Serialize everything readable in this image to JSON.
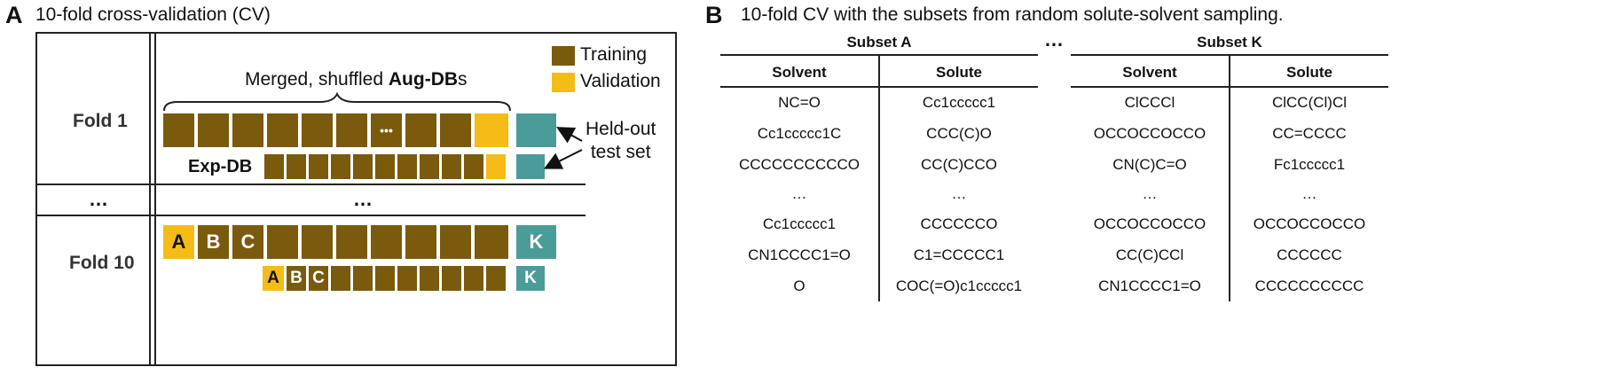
{
  "panel_a": {
    "letter": "A",
    "title": "10-fold cross-validation (CV)",
    "legend": {
      "training": "Training",
      "validation": "Validation",
      "training_color": "#7a5a0c",
      "validation_color": "#f5bb17",
      "test_color": "#4a9c98"
    },
    "brace_label_prefix": "Merged, shuffled ",
    "brace_label_bold": "Aug-DB",
    "brace_label_suffix": "s",
    "fold1_label": "Fold 1",
    "fold10_label": "Fold 10",
    "ellipsis": "…",
    "dots_box": "•••",
    "exp_db_label": "Exp-DB",
    "heldout_line1": "Held-out",
    "heldout_line2": "test set",
    "subset_letters": [
      "A",
      "B",
      "C"
    ],
    "last_subset": "K"
  },
  "panel_b": {
    "letter": "B",
    "title": "10-fold CV with the subsets from random solute-solvent sampling.",
    "subset_a_title": "Subset A",
    "subset_k_title": "Subset K",
    "between": "…",
    "col_solvent": "Solvent",
    "col_solute": "Solute",
    "subset_a_rows": [
      [
        "NC=O",
        "Cc1ccccc1"
      ],
      [
        "Cc1ccccc1C",
        "CCC(C)O"
      ],
      [
        "CCCCCCCCCCO",
        "CC(C)CCO"
      ],
      [
        "…",
        "…"
      ],
      [
        "Cc1ccccc1",
        "CCCCCCO"
      ],
      [
        "CN1CCCC1=O",
        "C1=CCCCC1"
      ],
      [
        "O",
        "COC(=O)c1ccccc1"
      ]
    ],
    "subset_k_rows": [
      [
        "ClCCCl",
        "ClCC(Cl)Cl"
      ],
      [
        "OCCOCCOCCO",
        "CC=CCCC"
      ],
      [
        "CN(C)C=O",
        "Fc1ccccc1"
      ],
      [
        "…",
        "…"
      ],
      [
        "OCCOCCOCCO",
        "OCCOCCOCCO"
      ],
      [
        "CC(C)CCl",
        "CCCCCC"
      ],
      [
        "CN1CCCC1=O",
        "CCCCCCCCCC"
      ]
    ]
  }
}
